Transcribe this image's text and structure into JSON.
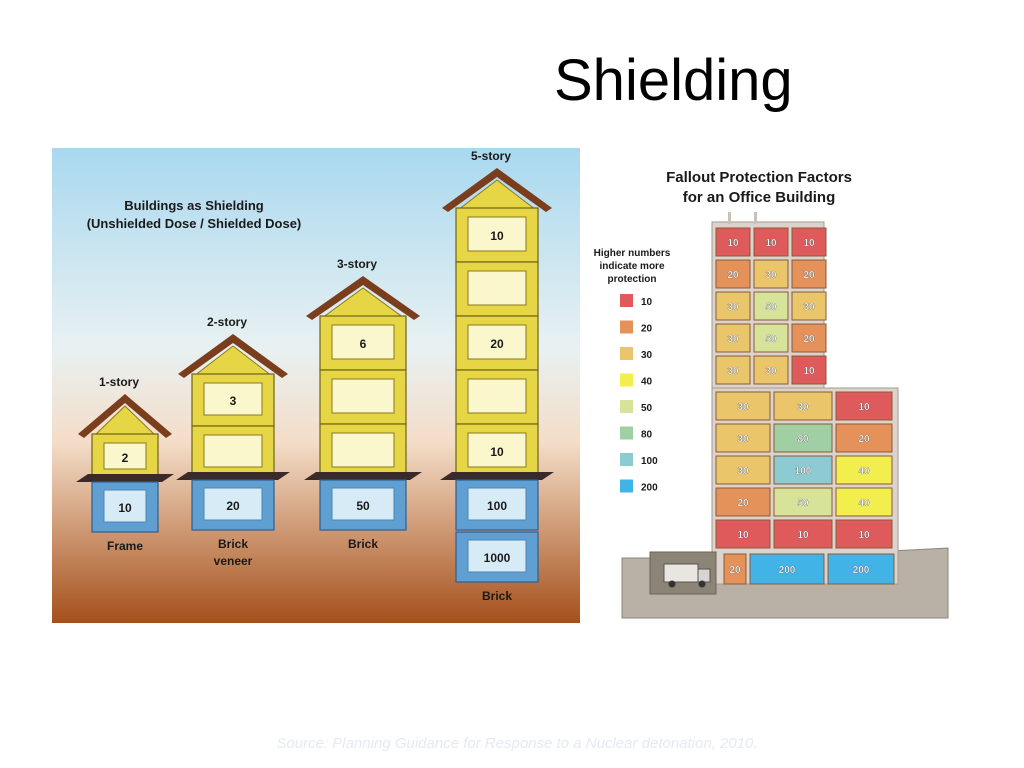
{
  "slide": {
    "title": "Shielding",
    "source": "Source: Planning Guidance for Response to a Nuclear detonation, 2010."
  },
  "colors": {
    "sky_top": "#a9d8ef",
    "ground_bottom": "#a5501b",
    "house_yellow": "#e6d646",
    "roof_brown": "#7a3e1c",
    "basement_blue": "#5f9fd2",
    "building_wall": "#dcd4cc",
    "ground_gray": "#b9b1a6"
  },
  "left_diagram": {
    "heading_line1": "Buildings as Shielding",
    "heading_line2": "(Unshielded Dose / Shielded Dose)",
    "houses": [
      {
        "label": "1-story",
        "type_line1": "Frame",
        "type_line2": "",
        "floors": [
          "2"
        ],
        "basement": [
          "10"
        ]
      },
      {
        "label": "2-story",
        "type_line1": "Brick",
        "type_line2": "veneer",
        "floors": [
          "3",
          ""
        ],
        "basement": [
          "20"
        ]
      },
      {
        "label": "3-story",
        "type_line1": "Brick",
        "type_line2": "",
        "floors": [
          "6",
          "",
          ""
        ],
        "basement": [
          "50"
        ]
      },
      {
        "label": "5-story",
        "type_line1": "Brick",
        "type_line2": "",
        "floors": [
          "10",
          "",
          "20",
          "",
          "10"
        ],
        "basement": [
          "100",
          "1000"
        ]
      }
    ]
  },
  "right_diagram": {
    "title_line1": "Fallout Protection Factors",
    "title_line2": "for an Office Building",
    "legend_title": [
      "Higher numbers",
      "indicate more",
      "protection"
    ],
    "legend": [
      {
        "label": "10",
        "color": "#df5a5a"
      },
      {
        "label": "20",
        "color": "#e4925a"
      },
      {
        "label": "30",
        "color": "#ebc56a"
      },
      {
        "label": "40",
        "color": "#f2ee4e"
      },
      {
        "label": "50",
        "color": "#d8e39a"
      },
      {
        "label": "80",
        "color": "#9fcfa3"
      },
      {
        "label": "100",
        "color": "#8dcbd2"
      },
      {
        "label": "200",
        "color": "#42b3e6"
      }
    ],
    "tower_rows": [
      [
        "10",
        "10",
        "10"
      ],
      [
        "20",
        "30",
        "20"
      ],
      [
        "30",
        "50",
        "30"
      ],
      [
        "30",
        "50",
        "20"
      ],
      [
        "30",
        "30",
        "10"
      ]
    ],
    "lower_rows": [
      [
        "30",
        "30",
        "10"
      ],
      [
        "30",
        "80",
        "20"
      ],
      [
        "30",
        "100",
        "40"
      ],
      [
        "20",
        "50",
        "40"
      ],
      [
        "10",
        "10",
        "10"
      ]
    ],
    "basement_row": [
      "20",
      "200",
      "200"
    ]
  }
}
